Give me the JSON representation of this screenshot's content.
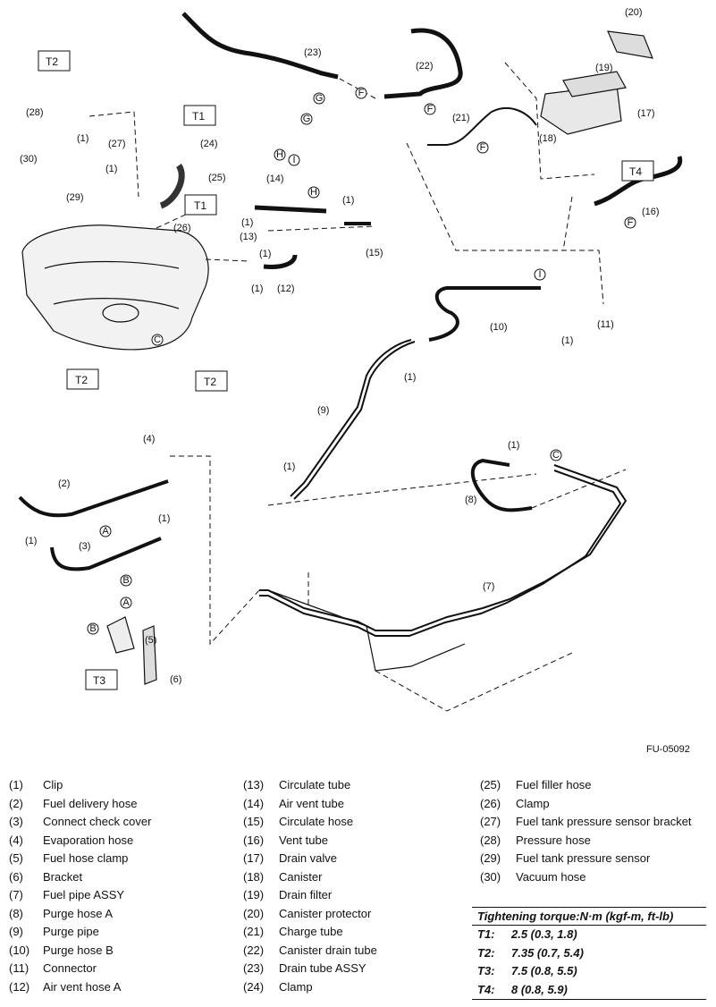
{
  "figure_id": "FU-05092",
  "torque_boxes": {
    "t1": "T1",
    "t2": "T2",
    "t3": "T3",
    "t4": "T4"
  },
  "view_marks": [
    "A",
    "B",
    "C",
    "F",
    "G",
    "H",
    "I"
  ],
  "part_refs": [
    "(1)",
    "(2)",
    "(3)",
    "(4)",
    "(5)",
    "(6)",
    "(7)",
    "(8)",
    "(9)",
    "(10)",
    "(11)",
    "(12)",
    "(13)",
    "(14)",
    "(15)",
    "(16)",
    "(17)",
    "(18)",
    "(19)",
    "(20)",
    "(21)",
    "(22)",
    "(23)",
    "(24)",
    "(25)",
    "(26)",
    "(27)",
    "(28)",
    "(29)",
    "(30)"
  ],
  "legend": {
    "col1": [
      {
        "num": "(1)",
        "name": "Clip"
      },
      {
        "num": "(2)",
        "name": "Fuel delivery hose"
      },
      {
        "num": "(3)",
        "name": "Connect check cover"
      },
      {
        "num": "(4)",
        "name": "Evaporation hose"
      },
      {
        "num": "(5)",
        "name": "Fuel hose clamp"
      },
      {
        "num": "(6)",
        "name": "Bracket"
      },
      {
        "num": "(7)",
        "name": "Fuel pipe ASSY"
      },
      {
        "num": "(8)",
        "name": "Purge hose A"
      },
      {
        "num": "(9)",
        "name": "Purge pipe"
      },
      {
        "num": "(10)",
        "name": "Purge hose B"
      },
      {
        "num": "(11)",
        "name": "Connector"
      },
      {
        "num": "(12)",
        "name": "Air vent hose A"
      }
    ],
    "col2": [
      {
        "num": "(13)",
        "name": "Circulate tube"
      },
      {
        "num": "(14)",
        "name": "Air vent tube"
      },
      {
        "num": "(15)",
        "name": "Circulate hose"
      },
      {
        "num": "(16)",
        "name": "Vent tube"
      },
      {
        "num": "(17)",
        "name": "Drain valve"
      },
      {
        "num": "(18)",
        "name": "Canister"
      },
      {
        "num": "(19)",
        "name": "Drain filter"
      },
      {
        "num": "(20)",
        "name": "Canister protector"
      },
      {
        "num": "(21)",
        "name": "Charge tube"
      },
      {
        "num": "(22)",
        "name": "Canister drain tube"
      },
      {
        "num": "(23)",
        "name": "Drain tube ASSY"
      },
      {
        "num": "(24)",
        "name": "Clamp"
      }
    ],
    "col3": [
      {
        "num": "(25)",
        "name": "Fuel filler hose"
      },
      {
        "num": "(26)",
        "name": "Clamp"
      },
      {
        "num": "(27)",
        "name": "Fuel tank pressure sensor bracket"
      },
      {
        "num": "(28)",
        "name": "Pressure hose"
      },
      {
        "num": "(29)",
        "name": "Fuel tank pressure sensor"
      },
      {
        "num": "(30)",
        "name": "Vacuum hose"
      }
    ]
  },
  "torque": {
    "heading": "Tightening torque:N·m (kgf-m, ft-lb)",
    "rows": [
      {
        "key": "T1:",
        "value": "2.5 (0.3, 1.8)"
      },
      {
        "key": "T2:",
        "value": "7.35 (0.7, 5.4)"
      },
      {
        "key": "T3:",
        "value": "7.5 (0.8, 5.5)"
      },
      {
        "key": "T4:",
        "value": "8 (0.8, 5.9)"
      }
    ]
  }
}
